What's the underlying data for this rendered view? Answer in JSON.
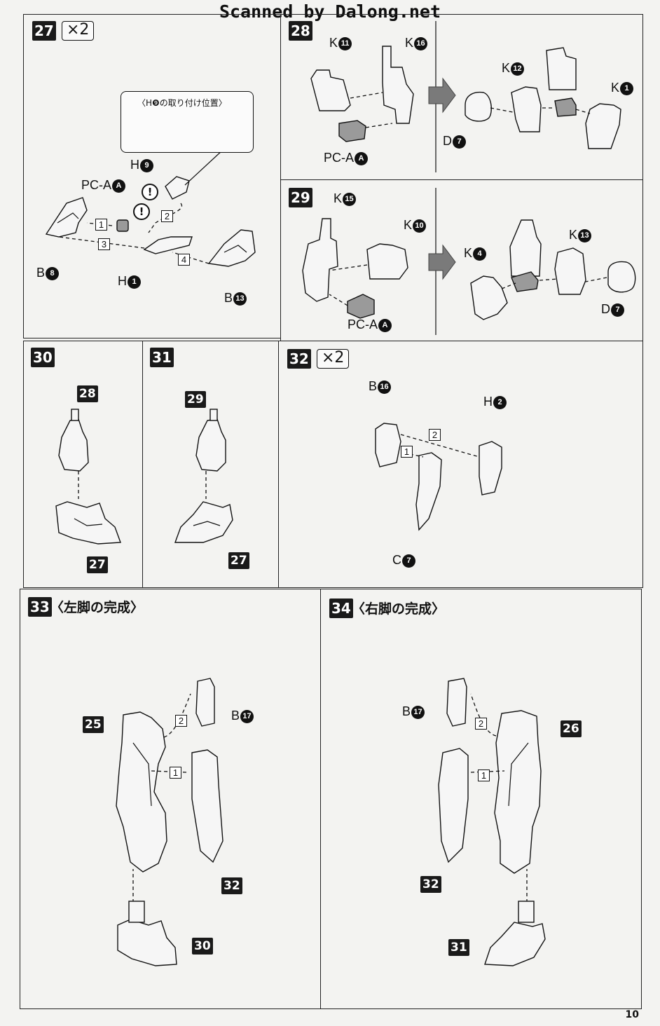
{
  "header": "Scanned by Dalong.net",
  "page_number": "10",
  "steps": {
    "s27": {
      "num": "27",
      "mult": "×2",
      "note": "〈H❾の取り付け位置〉",
      "labels": {
        "pca": "PC-A",
        "pca_c": "A",
        "h9": "H",
        "h9_c": "9",
        "b8": "B",
        "b8_c": "8",
        "h1": "H",
        "h1_c": "1",
        "b13": "B",
        "b13_c": "13"
      },
      "seq": [
        "1",
        "2",
        "3",
        "4"
      ]
    },
    "s28": {
      "num": "28",
      "labels": {
        "k11": "K",
        "k11_c": "11",
        "k16": "K",
        "k16_c": "16",
        "pca": "PC-A",
        "pca_c": "A",
        "k12": "K",
        "k12_c": "12",
        "k1": "K",
        "k1_c": "1",
        "d7": "D",
        "d7_c": "7"
      }
    },
    "s29": {
      "num": "29",
      "labels": {
        "k15": "K",
        "k15_c": "15",
        "k10": "K",
        "k10_c": "10",
        "pca": "PC-A",
        "pca_c": "A",
        "k4": "K",
        "k4_c": "4",
        "k13": "K",
        "k13_c": "13",
        "d7": "D",
        "d7_c": "7"
      }
    },
    "s30": {
      "num": "30",
      "ref_top": "28",
      "ref_bottom": "27"
    },
    "s31": {
      "num": "31",
      "ref_top": "29",
      "ref_bottom": "27"
    },
    "s32": {
      "num": "32",
      "mult": "×2",
      "labels": {
        "b16": "B",
        "b16_c": "16",
        "h2": "H",
        "h2_c": "2",
        "c7": "C",
        "c7_c": "7"
      },
      "seq": [
        "1",
        "2"
      ]
    },
    "s33": {
      "num": "33",
      "title": "〈左脚の完成〉",
      "labels": {
        "b17": "B",
        "b17_c": "17"
      },
      "refs": [
        "25",
        "32",
        "30"
      ],
      "seq": [
        "1",
        "2"
      ]
    },
    "s34": {
      "num": "34",
      "title": "〈右脚の完成〉",
      "labels": {
        "b17": "B",
        "b17_c": "17"
      },
      "refs": [
        "26",
        "32",
        "31"
      ],
      "seq": [
        "1",
        "2"
      ]
    }
  }
}
